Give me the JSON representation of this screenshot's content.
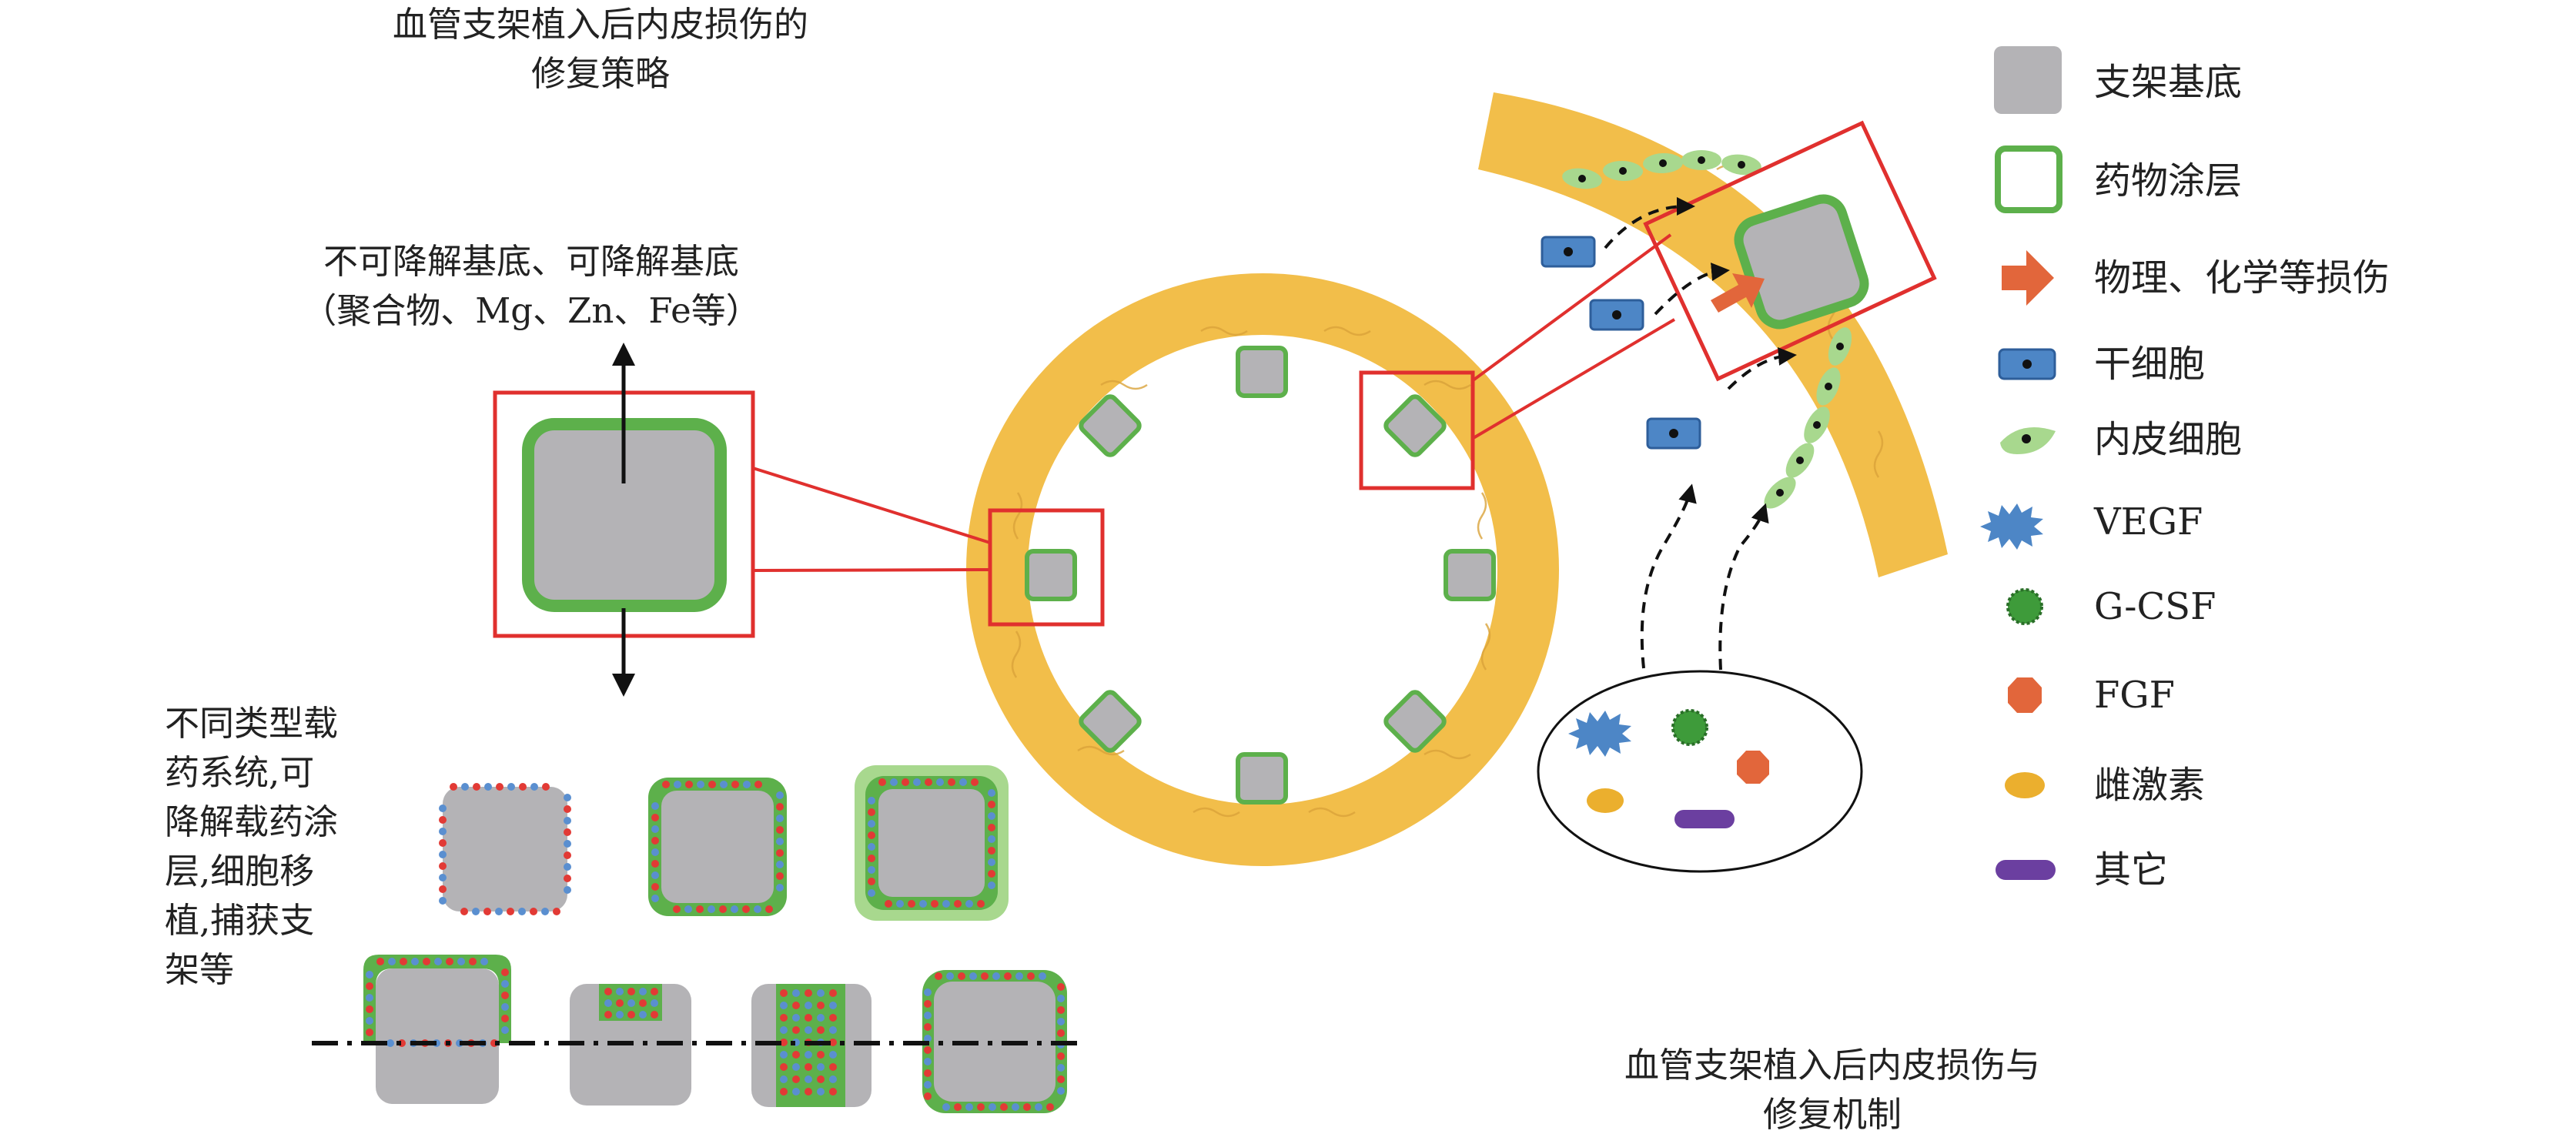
{
  "titles": {
    "strategy": [
      "血管支架植入后内皮损伤的",
      "修复策略"
    ],
    "mechanism": [
      "血管支架植入后内皮损伤与",
      "修复机制"
    ]
  },
  "substrate_label": [
    "不可降解基底、可降解基底",
    "（聚合物、Mg、Zn、Fe等）"
  ],
  "carrier_label": [
    "不同类型载",
    "药系统,可",
    "降解载药涂",
    "层,细胞移",
    "植,捕获支",
    "架等"
  ],
  "legend": [
    {
      "icon": "gray-square-icon",
      "label": "支架基底"
    },
    {
      "icon": "green-outline-square-icon",
      "label": "药物涂层"
    },
    {
      "icon": "orange-arrow-icon",
      "label": "物理、化学等损伤"
    },
    {
      "icon": "stem-cell-icon",
      "label": "干细胞"
    },
    {
      "icon": "endothelial-cell-icon",
      "label": "内皮细胞"
    },
    {
      "icon": "vegf-icon",
      "label": "VEGF"
    },
    {
      "icon": "g-csf-icon",
      "label": "G-CSF"
    },
    {
      "icon": "fgf-icon",
      "label": "FGF"
    },
    {
      "icon": "estrogen-icon",
      "label": "雌激素"
    },
    {
      "icon": "other-icon",
      "label": "其它"
    }
  ],
  "colors": {
    "vessel": "#F2BE4A",
    "strut_gray": "#B4B3B6",
    "coating_green": "#5DB04B",
    "light_green": "#A8D88E",
    "highlight_red": "#E0302E",
    "stem_blue": "#4D86C6",
    "vegf_blue": "#4D86C6",
    "gcsf_green": "#3E9B3A",
    "fgf_orange": "#E2663B",
    "estrogen_yellow": "#EBAF2E",
    "other_purple": "#6B3FA0",
    "red_dot": "#E23A35",
    "blue_dot": "#5A8FD0"
  }
}
